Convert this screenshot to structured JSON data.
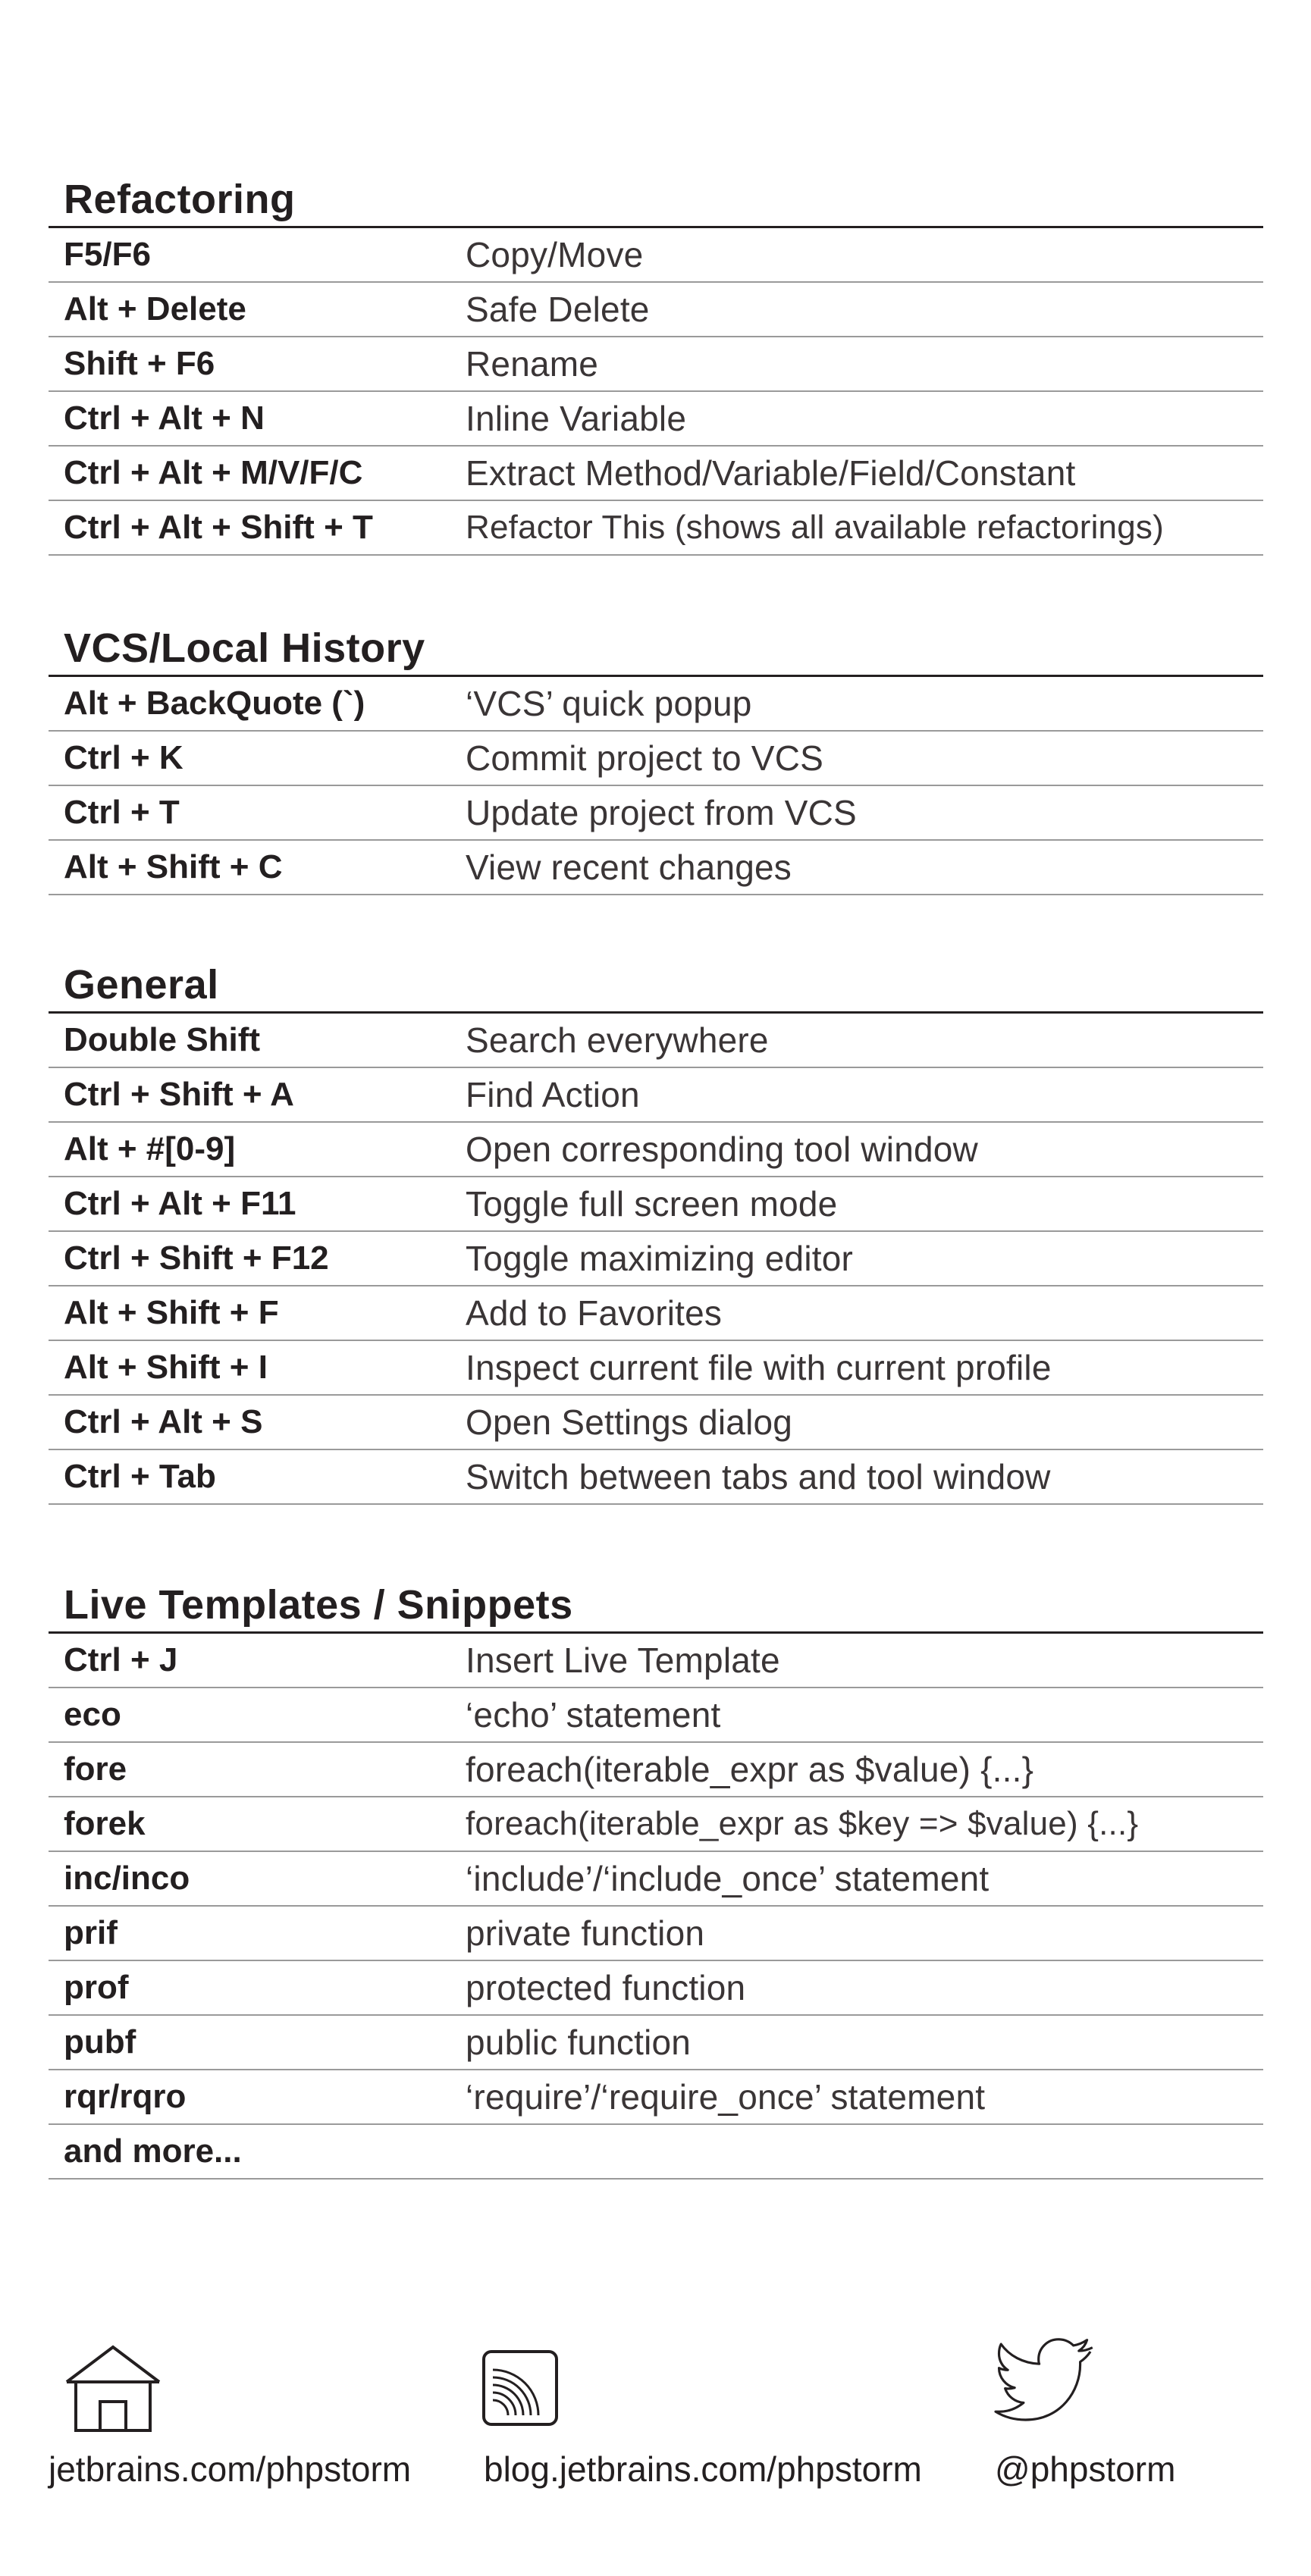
{
  "sections": [
    {
      "title": "Refactoring",
      "rows": [
        {
          "keys": "F5/F6",
          "desc": "Copy/Move"
        },
        {
          "keys": "Alt + Delete",
          "desc": "Safe Delete"
        },
        {
          "keys": "Shift + F6",
          "desc": "Rename"
        },
        {
          "keys": "Ctrl + Alt + N",
          "desc": "Inline Variable"
        },
        {
          "keys": "Ctrl + Alt + M/V/F/C",
          "desc": "Extract Method/Variable/Field/Constant"
        },
        {
          "keys": "Ctrl + Alt + Shift + T",
          "desc": "Refactor This (shows all available refactorings)"
        }
      ]
    },
    {
      "title": "VCS/Local History",
      "rows": [
        {
          "keys": "Alt + BackQuote (`)",
          "desc": "‘VCS’ quick popup"
        },
        {
          "keys": "Ctrl + K",
          "desc": "Commit project to VCS"
        },
        {
          "keys": "Ctrl + T",
          "desc": "Update project from VCS"
        },
        {
          "keys": "Alt + Shift + C",
          "desc": "View recent changes"
        }
      ]
    },
    {
      "title": "General",
      "rows": [
        {
          "keys": "Double Shift",
          "desc": "Search everywhere"
        },
        {
          "keys": "Ctrl + Shift + A",
          "desc": "Find Action"
        },
        {
          "keys": "Alt + #[0-9]",
          "desc": "Open corresponding tool window"
        },
        {
          "keys": "Ctrl + Alt + F11",
          "desc": "Toggle full screen mode"
        },
        {
          "keys": "Ctrl + Shift + F12",
          "desc": "Toggle maximizing editor"
        },
        {
          "keys": "Alt + Shift + F",
          "desc": "Add to Favorites"
        },
        {
          "keys": "Alt + Shift + I",
          "desc": "Inspect current file with current profile"
        },
        {
          "keys": "Ctrl + Alt + S",
          "desc": "Open Settings dialog"
        },
        {
          "keys": "Ctrl + Tab",
          "desc": "Switch between tabs and tool window"
        }
      ]
    },
    {
      "title": "Live Templates / Snippets",
      "rows": [
        {
          "keys": "Ctrl + J",
          "desc": "Insert Live Template"
        },
        {
          "keys": "eco",
          "desc": "‘echo’ statement"
        },
        {
          "keys": "fore",
          "desc": "foreach(iterable_expr as $value) {...}"
        },
        {
          "keys": "forek",
          "desc": "foreach(iterable_expr as $key => $value) {...}"
        },
        {
          "keys": "inc/inco",
          "desc": "‘include’/‘include_once’ statement"
        },
        {
          "keys": "prif",
          "desc": "private function"
        },
        {
          "keys": "prof",
          "desc": "protected function"
        },
        {
          "keys": "pubf",
          "desc": "public function"
        },
        {
          "keys": "rqr/rqro",
          "desc": "‘require’/‘require_once’ statement"
        },
        {
          "keys": "and more...",
          "desc": ""
        }
      ]
    }
  ],
  "footer": {
    "home": {
      "icon": "home-icon",
      "label": "jetbrains.com/phpstorm"
    },
    "blog": {
      "icon": "rss-icon",
      "label": "blog.jetbrains.com/phpstorm"
    },
    "twitter": {
      "icon": "twitter-bird-icon",
      "label": "@phpstorm"
    }
  }
}
